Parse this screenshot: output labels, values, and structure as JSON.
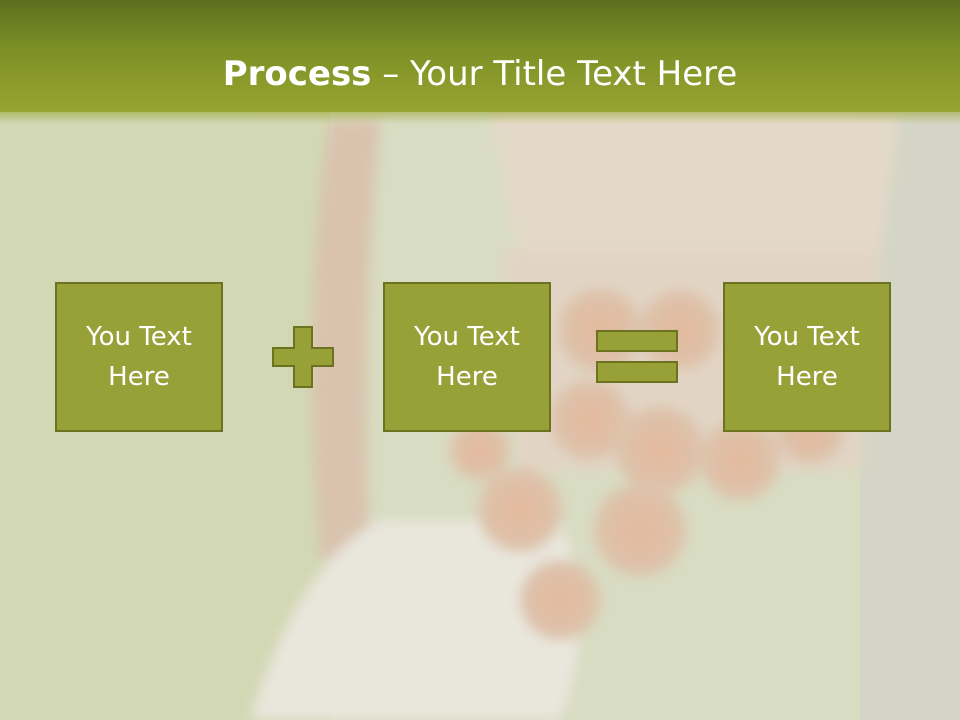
{
  "slide": {
    "title_bold": "Process",
    "title_rest": " – Your Title Text Here"
  },
  "process": {
    "boxes": [
      {
        "text": "You Text Here"
      },
      {
        "text": "You Text Here"
      },
      {
        "text": "You Text Here"
      }
    ],
    "operators": [
      "plus-icon",
      "equals-icon"
    ]
  },
  "colors": {
    "accent": "#98a038",
    "accent_border": "#6b7220",
    "title_bar": "#7e9026",
    "background": "#d9dcc4"
  }
}
